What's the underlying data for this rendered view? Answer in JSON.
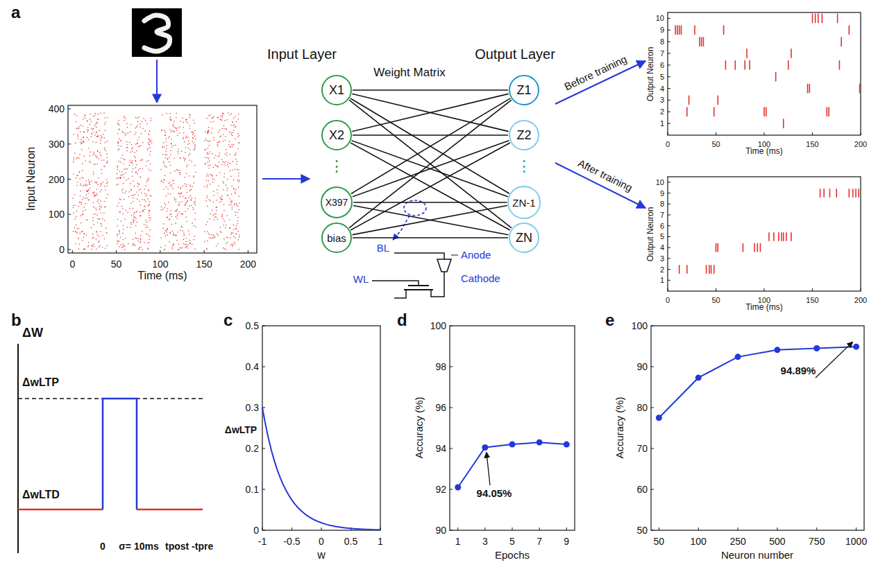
{
  "diagram": {
    "nodes": [
      {
        "text": [
          "X1"
        ]
      },
      {
        "text": [
          "X2"
        ]
      },
      {
        "text": [
          "X397"
        ]
      },
      {
        "text": [
          "bias"
        ]
      },
      {
        "text": [
          "Z1"
        ]
      },
      {
        "text": [
          "Z2"
        ]
      },
      {
        "text": [
          "ZN-1"
        ]
      },
      {
        "text": [
          "ZN"
        ]
      }
    ],
    "edges": [
      {
        "from": 0,
        "to": 4,
        "arrow": "none"
      },
      {
        "from": 0,
        "to": 5,
        "arrow": "none"
      },
      {
        "from": 0,
        "to": 6,
        "arrow": "none"
      },
      {
        "from": 0,
        "to": 7,
        "arrow": "none"
      },
      {
        "from": 1,
        "to": 4,
        "arrow": "none"
      },
      {
        "from": 1,
        "to": 5,
        "arrow": "none"
      },
      {
        "from": 1,
        "to": 6,
        "arrow": "none"
      },
      {
        "from": 1,
        "to": 7,
        "arrow": "none"
      },
      {
        "from": 2,
        "to": 4,
        "arrow": "none"
      },
      {
        "from": 2,
        "to": 5,
        "arrow": "none"
      },
      {
        "from": 2,
        "to": 6,
        "arrow": "none"
      },
      {
        "from": 2,
        "to": 7,
        "arrow": "none"
      },
      {
        "from": 3,
        "to": 4,
        "arrow": "none"
      },
      {
        "from": 3,
        "to": 5,
        "arrow": "none"
      },
      {
        "from": 3,
        "to": 6,
        "arrow": "none"
      },
      {
        "from": 3,
        "to": 7,
        "arrow": "none"
      }
    ],
    "labels": [
      "a",
      "Input Layer",
      "Weight Matrix",
      "Output Layer",
      "⋮",
      "⋮",
      "BL",
      "WL",
      "Anode",
      "Cathode",
      "Before training",
      "After training",
      "0",
      "100",
      "200",
      "300",
      "400",
      "0",
      "50",
      "100",
      "150",
      "200",
      "Input Neuron",
      "Time (ms)",
      "1",
      "2",
      "3",
      "4",
      "5",
      "6",
      "7",
      "8",
      "9",
      "10",
      "0",
      "50",
      "100",
      "150",
      "200",
      "Output Neuron",
      "Time (ms)",
      "1",
      "2",
      "3",
      "4",
      "5",
      "6",
      "7",
      "8",
      "9",
      "10",
      "0",
      "50",
      "100",
      "150",
      "200",
      "Output Neuron",
      "Time (ms)",
      "b",
      "ΔW",
      "ΔwLTP",
      "ΔwLTD",
      "0",
      "σ= 10ms",
      "tpost -tpre",
      "c",
      "0",
      "0.1",
      "0.2",
      "0.3",
      "0.4",
      "0.5",
      "-1",
      "-0.5",
      "0",
      "0.5",
      "1",
      "ΔwLTP",
      "w",
      "d",
      "90",
      "92",
      "94",
      "96",
      "98",
      "100",
      "1",
      "3",
      "5",
      "7",
      "9",
      "94.05%",
      "Accuracy (%)",
      "Epochs",
      "e",
      "50",
      "60",
      "70",
      "80",
      "90",
      "100",
      "50",
      "100",
      "250",
      "500",
      "750",
      "1000",
      "94.89%",
      "Accuracy (%)",
      "Neuron number"
    ]
  }
}
